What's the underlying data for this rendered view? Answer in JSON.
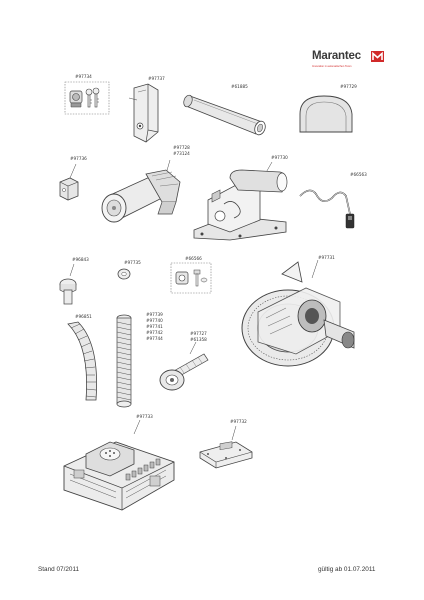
{
  "brand": {
    "name": "Marantec",
    "tagline": "Innovation in automatischen Toren"
  },
  "parts": {
    "p97734": "#97734",
    "p97737": "#97737",
    "p61885": "#61885",
    "p97729": "#97729",
    "p97736": "#97736",
    "p97728": "#97728",
    "p73124": "#73124",
    "p97730": "#97730",
    "p66563": "#66563",
    "p96843": "#96843",
    "p97735": "#97735",
    "p66566": "#66566",
    "p97731": "#97731",
    "p96851": "#96851",
    "p97739": "#97739",
    "p97740": "#97740",
    "p97741": "#97741",
    "p97742": "#97742",
    "p97744": "#97744",
    "p97727": "#97727",
    "p61358": "#61358",
    "p97733": "#97733",
    "p97732": "#97732"
  },
  "footer": {
    "left": "Stand 07/2011",
    "right": "gültig ab 01.07.2011"
  },
  "colors": {
    "accent": "#d12a2a",
    "line": "#444444",
    "fill": "#e8e8e8"
  }
}
